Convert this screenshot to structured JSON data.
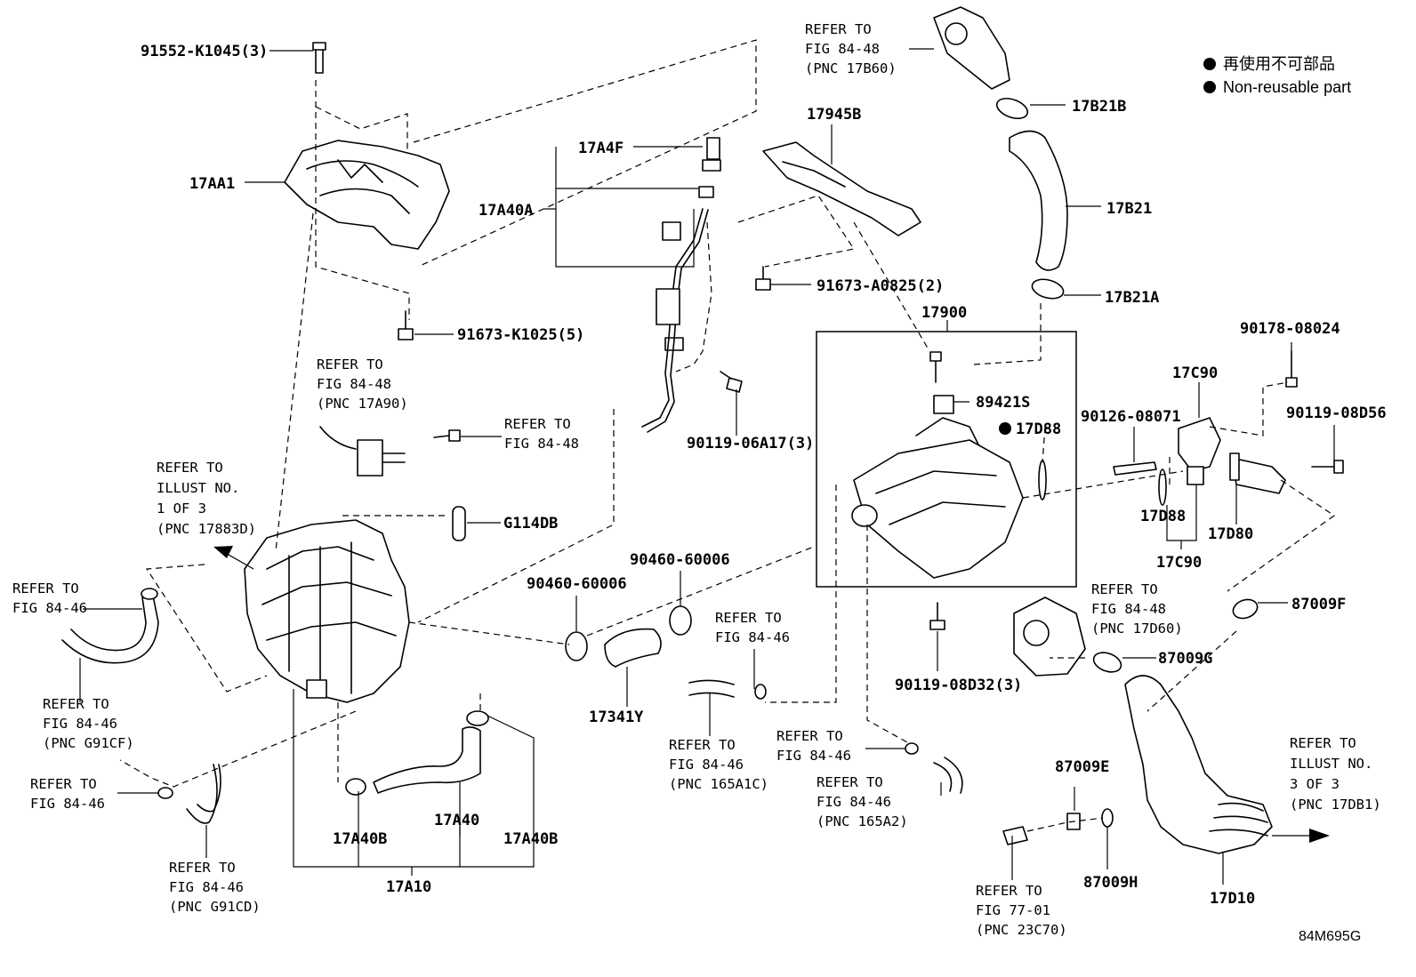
{
  "legend": {
    "line1": "再使用不可部品",
    "line2": "Non-reusable part",
    "dot_color": "#000000"
  },
  "drawing_code": "84M695G",
  "parts": {
    "p91552": "91552-K1045(3)",
    "p17AA1": "17AA1",
    "p91673k": "91673-K1025(5)",
    "p17A4F": "17A4F",
    "p17A40A": "17A40A",
    "p90119_06A17": "90119-06A17(3)",
    "p17945B": "17945B",
    "p91673a": "91673-A0825(2)",
    "p17B21B": "17B21B",
    "p17B21": "17B21",
    "p17B21A": "17B21A",
    "p17900": "17900",
    "p89421S": "89421S",
    "p17D88a": "17D88",
    "p90178": "90178-08024",
    "p17C90a": "17C90",
    "p90126": "90126-08071",
    "p90119_08D56": "90119-08D56",
    "p17D88b": "17D88",
    "p17D80": "17D80",
    "p17C90b": "17C90",
    "p87009F": "87009F",
    "p87009G": "87009G",
    "p90119_08D32": "90119-08D32(3)",
    "pG114DB": "G114DB",
    "p90460a": "90460-60006",
    "p90460b": "90460-60006",
    "p17341Y": "17341Y",
    "p17A40B_l": "17A40B",
    "p17A40": "17A40",
    "p17A40B_r": "17A40B",
    "p17A10": "17A10",
    "p87009E": "87009E",
    "p87009H": "87009H",
    "p17D10": "17D10"
  },
  "refs": {
    "r1": [
      "REFER TO",
      "FIG 84-48",
      "(PNC 17B60)"
    ],
    "r2": [
      "REFER TO",
      "FIG 84-48",
      "(PNC 17A90)"
    ],
    "r3": [
      "REFER TO",
      "FIG 84-48"
    ],
    "r4": [
      "REFER TO",
      "ILLUST NO.",
      "1 OF 3",
      "(PNC 17883D)"
    ],
    "r5": [
      "REFER TO",
      "FIG 84-46"
    ],
    "r6": [
      "REFER TO",
      "FIG 84-46",
      "(PNC G91CF)"
    ],
    "r7": [
      "REFER TO",
      "FIG 84-46"
    ],
    "r8": [
      "REFER TO",
      "FIG 84-46",
      "(PNC G91CD)"
    ],
    "r9": [
      "REFER TO",
      "FIG 84-46"
    ],
    "r10": [
      "REFER TO",
      "FIG 84-46",
      "(PNC 165A1C)"
    ],
    "r11": [
      "REFER TO",
      "FIG 84-46"
    ],
    "r12": [
      "REFER TO",
      "FIG 84-46",
      "(PNC 165A2)"
    ],
    "r13": [
      "REFER TO",
      "FIG 84-48",
      "(PNC 17D60)"
    ],
    "r14": [
      "REFER TO",
      "FIG 77-01",
      "(PNC 23C70)"
    ],
    "r15": [
      "REFER TO",
      "ILLUST NO.",
      "3 OF 3",
      "(PNC 17DB1)"
    ]
  }
}
